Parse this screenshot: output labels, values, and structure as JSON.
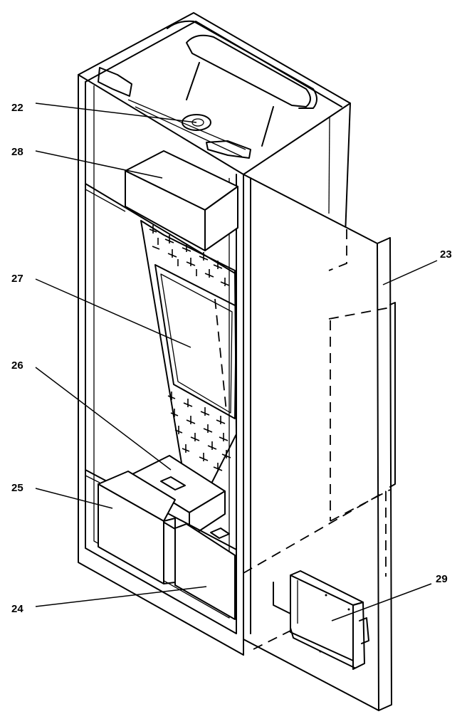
{
  "figure": {
    "labels": [
      {
        "id": "label-22",
        "text": "22"
      },
      {
        "id": "label-28",
        "text": "28"
      },
      {
        "id": "label-23",
        "text": "23"
      },
      {
        "id": "label-27",
        "text": "27"
      },
      {
        "id": "label-26",
        "text": "26"
      },
      {
        "id": "label-25",
        "text": "25"
      },
      {
        "id": "label-29",
        "text": "29"
      },
      {
        "id": "label-24",
        "text": "24"
      }
    ]
  }
}
